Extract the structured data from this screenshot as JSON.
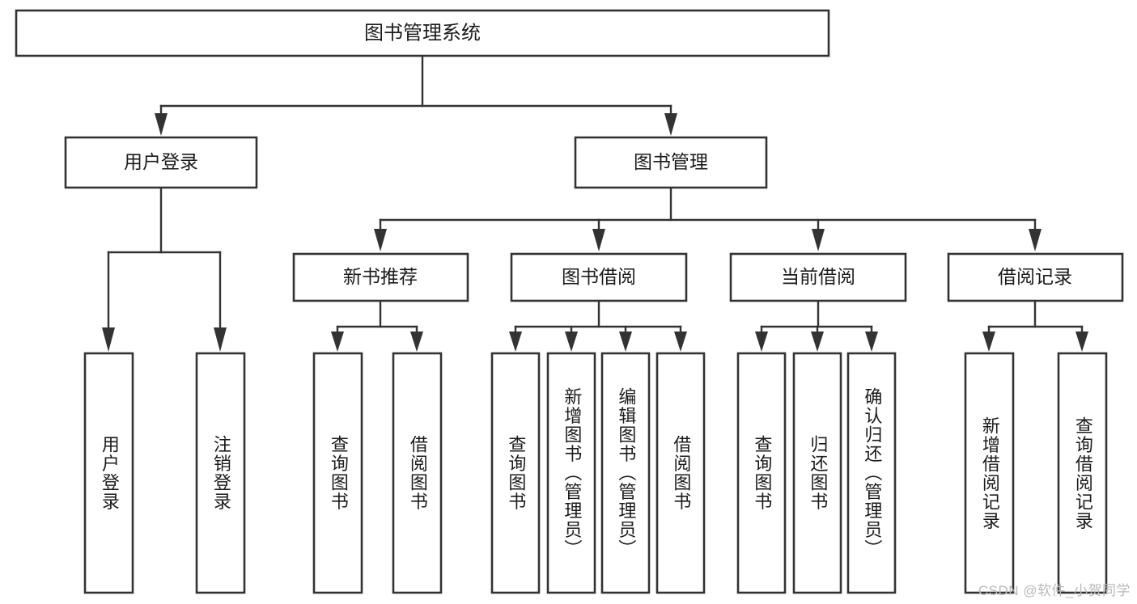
{
  "diagram": {
    "type": "tree-hierarchy",
    "title": "图书管理系统",
    "orientation": "top-down",
    "root": {
      "label": "图书管理系统"
    },
    "level1": [
      {
        "label": "用户登录"
      },
      {
        "label": "图书管理"
      }
    ],
    "level2": [
      {
        "label": "新书推荐"
      },
      {
        "label": "图书借阅"
      },
      {
        "label": "当前借阅"
      },
      {
        "label": "借阅记录"
      }
    ],
    "leaves": {
      "user_login": [
        {
          "label": "用户登录"
        },
        {
          "label": "注销登录"
        }
      ],
      "new_book_recommend": [
        {
          "label": "查询图书"
        },
        {
          "label": "借阅图书"
        }
      ],
      "book_borrow": [
        {
          "label": "查询图书"
        },
        {
          "label": "新增图书（管理员）"
        },
        {
          "label": "编辑图书（管理员）"
        },
        {
          "label": "借阅图书"
        }
      ],
      "current_borrow": [
        {
          "label": "查询图书"
        },
        {
          "label": "归还图书"
        },
        {
          "label": "确认归还（管理员）"
        }
      ],
      "borrow_record": [
        {
          "label": "新增借阅记录"
        },
        {
          "label": "查询借阅记录"
        }
      ]
    }
  },
  "watermark": {
    "text": "CSDN @软件_小贺同学"
  },
  "colors": {
    "box_stroke": "#333333",
    "box_fill": "#ffffff",
    "text": "#1b1b1b",
    "background": "#ffffff",
    "watermark": "#b9b9b9"
  }
}
